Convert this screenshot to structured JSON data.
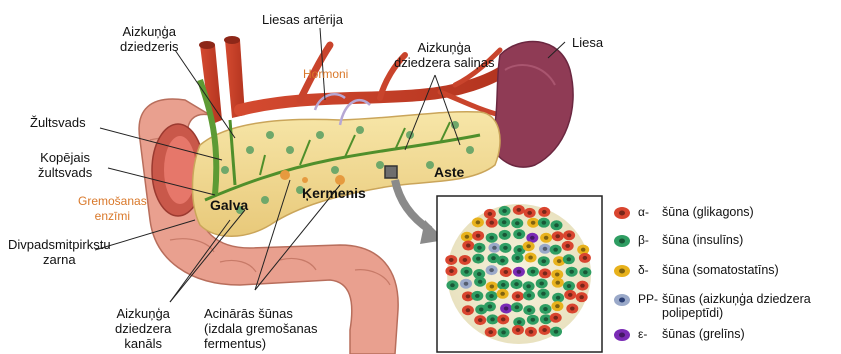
{
  "labels": {
    "pancreas_gland": "Aizkuņģa\ndziedzeris",
    "splenic_artery": "Liesas artērija",
    "islets": "Aizkuņģa\ndziedzera saliņas",
    "spleen": "Liesa",
    "hormones": "Hormoni",
    "bile_duct": "Žultsvads",
    "common_bile_duct": "Kopējais\nžultsvads",
    "digestive_enzymes": "Gremošanas\nenzīmi",
    "duodenum": "Divpadsmitpirkstu\nzarna",
    "head": "Galva",
    "body": "Ķermenis",
    "tail": "Aste",
    "pancreatic_duct": "Aizkuņģa\ndziedzera\nkanāls",
    "acinar_cells": "Acinārās šūnas\n(izdala gremošanas\nfermentus)"
  },
  "legend": [
    {
      "code": "α-",
      "text": "šūna (glikagons)",
      "color": "#d9452f",
      "icon": "alpha-cell-icon"
    },
    {
      "code": "β-",
      "text": "šūna (insulīns)",
      "color": "#2f9e63",
      "icon": "beta-cell-icon"
    },
    {
      "code": "δ-",
      "text": "šūna (somatostatīns)",
      "color": "#e8b21c",
      "icon": "delta-cell-icon"
    },
    {
      "code": "PP-",
      "text": "šūnas (aizkuņģa dziedzera\npolipeptīdi)",
      "color": "#9aa9c9",
      "icon": "pp-cell-icon"
    },
    {
      "code": "ε-",
      "text": "šūnas (grelīns)",
      "color": "#7a2bb5",
      "icon": "epsilon-cell-icon"
    }
  ],
  "colors": {
    "pancreas": "#f2dc9a",
    "artery": "#c9442c",
    "spleen": "#8f3b55",
    "duodenum": "#e79a8a",
    "duct": "#4f8f2b",
    "label_orange": "#d9782a"
  }
}
